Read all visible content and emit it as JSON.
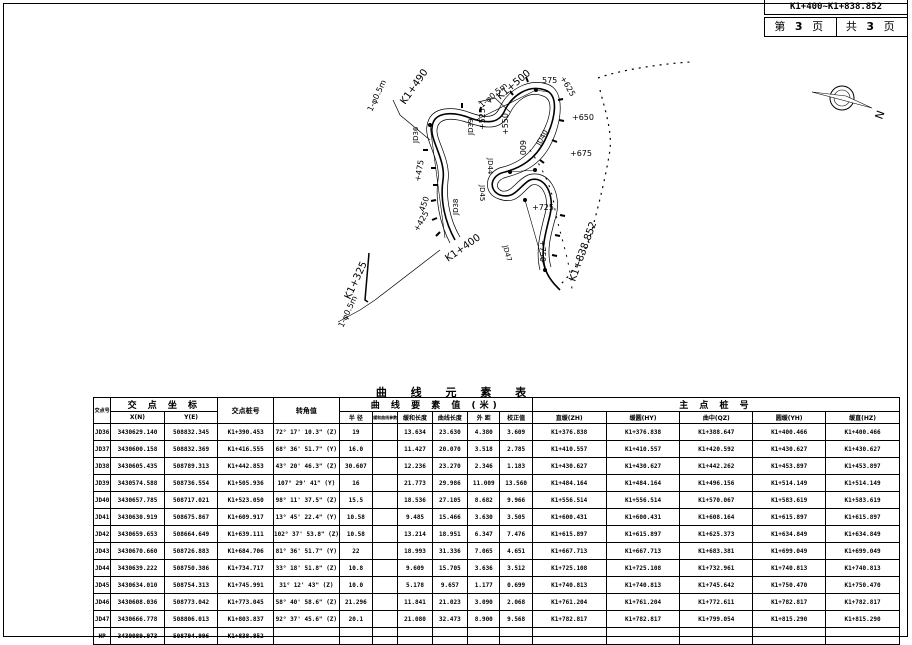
{
  "header": {
    "range": "K1+400~K1+838.852",
    "page_prefix": "第",
    "page_num": "3",
    "page_suffix": "页",
    "total_prefix": "共",
    "total_num": "3",
    "total_suffix": "页"
  },
  "plan": {
    "stations": {
      "k1_400": "K1+400",
      "k1_325": "K1+325",
      "k1_490": "K1+490",
      "k1_500": "K1+500",
      "k1_838": "K1+838.852",
      "p425": "+425",
      "p450": "450",
      "p475": "+475",
      "p525": "+525",
      "p550": "+550",
      "p575": "575",
      "p600": "600",
      "p625": "+625",
      "p650": "+650",
      "p675": "+675",
      "p725": "+725",
      "p750": "+750"
    },
    "pipes": {
      "pipe_1": "1-φ0.5m",
      "pipe_2": "1-φ0.5m",
      "pipe_3": "1-φ0.5m"
    },
    "jd_labels": {
      "jd36": "JD36",
      "jd38": "JD38",
      "jd39": "JD39",
      "jd40": "JD40",
      "jd44": "JD44",
      "jd45": "JD45",
      "jd47": "JD47"
    },
    "north": "N"
  },
  "table": {
    "title": "曲 线 元 素 表",
    "headers": {
      "jd_no": "交点号",
      "coords": "交 点 坐 标",
      "x": "X(N)",
      "y": "Y(E)",
      "station": "交点桩号",
      "angle": "转角值",
      "elements": "曲 线 要 素 值 (米)",
      "radius": "半 径",
      "transition_param": "缓和曲线参数",
      "transition_len": "缓和长度",
      "curve_len": "曲线长度",
      "external": "外 距",
      "correction": "校正值",
      "main_points": "主 点 桩 号",
      "zh": "直缓(ZH)",
      "hy": "缓圆(HY)",
      "qz": "曲中(QZ)",
      "yh": "圆缓(YH)",
      "hz": "缓直(HZ)"
    },
    "rows": [
      [
        "JD36",
        "3430629.140",
        "508832.345",
        "K1+390.453",
        "72° 17' 10.3\" (Z)",
        "19",
        "",
        "13.634",
        "23.630",
        "4.380",
        "3.609",
        "K1+376.838",
        "K1+376.838",
        "K1+388.647",
        "K1+400.466",
        "K1+400.466"
      ],
      [
        "JD37",
        "3430600.158",
        "508832.369",
        "K1+416.555",
        "68° 36' 51.7\" (Y)",
        "16.0",
        "",
        "11.427",
        "20.070",
        "3.518",
        "2.785",
        "K1+410.557",
        "K1+410.557",
        "K1+420.592",
        "K1+430.627",
        "K1+430.627"
      ],
      [
        "JD38",
        "3430605.435",
        "508789.313",
        "K1+442.853",
        "43° 20' 46.3\" (Z)",
        "30.607",
        "",
        "12.236",
        "23.270",
        "2.346",
        "1.183",
        "K1+430.627",
        "K1+430.627",
        "K1+442.262",
        "K1+453.897",
        "K1+453.897"
      ],
      [
        "JD39",
        "3430574.588",
        "508736.554",
        "K1+505.936",
        "107° 29' 41\" (Y)",
        "16",
        "",
        "21.773",
        "29.986",
        "11.009",
        "13.560",
        "K1+484.164",
        "K1+484.164",
        "K1+496.156",
        "K1+514.149",
        "K1+514.149"
      ],
      [
        "JD40",
        "3430657.785",
        "508717.021",
        "K1+523.050",
        "98° 11' 37.5\" (Z)",
        "15.5",
        "",
        "18.536",
        "27.105",
        "8.682",
        "9.966",
        "K1+556.514",
        "K1+556.514",
        "K1+570.067",
        "K1+583.619",
        "K1+583.619"
      ],
      [
        "JD41",
        "3430630.919",
        "508675.867",
        "K1+609.917",
        "13° 45' 22.4\" (Y)",
        "10.58",
        "",
        "9.485",
        "15.466",
        "3.630",
        "3.505",
        "K1+600.431",
        "K1+600.431",
        "K1+608.164",
        "K1+615.897",
        "K1+615.897"
      ],
      [
        "JD42",
        "3430659.653",
        "508664.649",
        "K1+639.111",
        "102° 37' 53.8\" (Z)",
        "10.58",
        "",
        "13.214",
        "18.951",
        "6.347",
        "7.476",
        "K1+615.897",
        "K1+615.897",
        "K1+625.373",
        "K1+634.849",
        "K1+634.849"
      ],
      [
        "JD43",
        "3430670.660",
        "508726.883",
        "K1+684.706",
        "81° 36' 51.7\" (Y)",
        "22",
        "",
        "18.993",
        "31.336",
        "7.065",
        "4.651",
        "K1+667.713",
        "K1+667.713",
        "K1+683.381",
        "K1+699.049",
        "K1+699.049"
      ],
      [
        "JD44",
        "3430639.222",
        "508750.386",
        "K1+734.717",
        "33° 18' 51.8\" (Z)",
        "10.8",
        "",
        "9.609",
        "15.705",
        "3.636",
        "3.512",
        "K1+725.108",
        "K1+725.108",
        "K1+732.961",
        "K1+740.813",
        "K1+740.813"
      ],
      [
        "JD45",
        "3430634.010",
        "508754.313",
        "K1+745.991",
        "31° 12' 43\" (Z)",
        "10.0",
        "",
        "5.178",
        "9.657",
        "1.177",
        "0.699",
        "K1+740.813",
        "K1+740.813",
        "K1+745.642",
        "K1+750.470",
        "K1+750.470"
      ],
      [
        "JD46",
        "3430608.036",
        "508773.042",
        "K1+773.045",
        "58° 40' 58.6\" (Z)",
        "21.296",
        "",
        "11.841",
        "21.023",
        "3.090",
        "2.068",
        "K1+761.204",
        "K1+761.204",
        "K1+772.611",
        "K1+782.817",
        "K1+782.817"
      ],
      [
        "JD47",
        "3430666.778",
        "508806.013",
        "K1+803.837",
        "92° 37' 45.6\" (Z)",
        "20.1",
        "",
        "21.080",
        "32.473",
        "8.900",
        "9.568",
        "K1+782.817",
        "K1+782.817",
        "K1+799.054",
        "K1+815.290",
        "K1+815.290"
      ],
      [
        "HP",
        "3430089.973",
        "508794.996",
        "K1+838.852",
        "",
        "",
        "",
        "",
        "",
        "",
        "",
        "",
        "",
        "",
        "",
        ""
      ]
    ]
  }
}
